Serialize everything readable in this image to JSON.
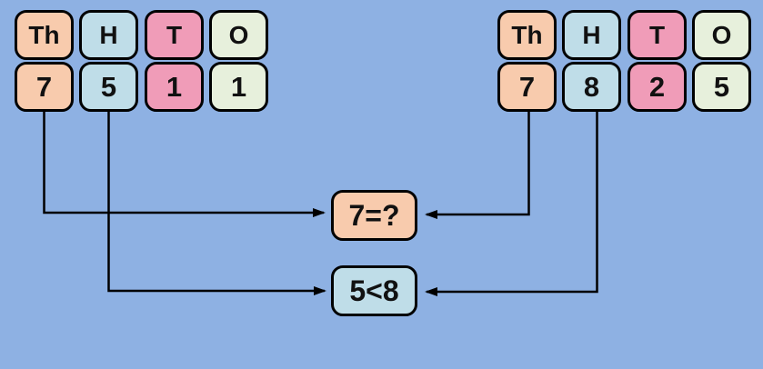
{
  "colors": {
    "background": "#8EB1E3",
    "thousands_cell": "#F8CBAD",
    "hundreds_cell": "#BFDDE8",
    "tens_cell": "#F09CB8",
    "ones_cell": "#E7F0DC",
    "line": "#000000"
  },
  "left_number": {
    "headers": [
      "Th",
      "H",
      "T",
      "O"
    ],
    "digits": [
      "7",
      "5",
      "1",
      "1"
    ]
  },
  "right_number": {
    "headers": [
      "Th",
      "H",
      "T",
      "O"
    ],
    "digits": [
      "7",
      "8",
      "2",
      "5"
    ]
  },
  "comparisons": [
    {
      "text": "7=?"
    },
    {
      "text": "5<8"
    }
  ]
}
